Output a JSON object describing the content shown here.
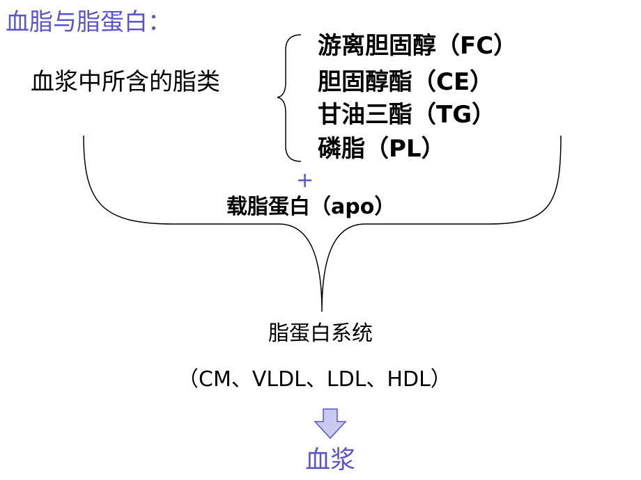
{
  "title": "血脂与脂蛋白：",
  "lipids_label": "血浆中所含的脂类",
  "lipids": [
    "游离胆固醇（FC）",
    "胆固醇酯（CE）",
    "甘油三酯（TG）",
    "磷脂（PL）"
  ],
  "plus": "+",
  "apo_label": "载脂蛋白（apo）",
  "system_label": "脂蛋白系统",
  "system_members": "（CM、VLDL、LDL、HDL）",
  "plasma_label": "血浆",
  "colors": {
    "accent": "#5a55c8",
    "arrow_fill": "#c9c9f2",
    "arrow_stroke": "#5a55c8",
    "text": "#000000"
  }
}
